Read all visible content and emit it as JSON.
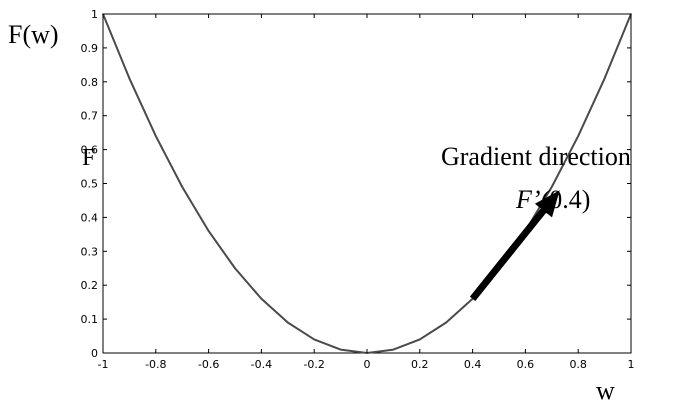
{
  "chart_data": {
    "type": "line",
    "ylabel": "F(w)",
    "xlabel": "w",
    "xlim": [
      -1,
      1
    ],
    "ylim": [
      0,
      1
    ],
    "x_ticks": [
      "-1",
      "-0.8",
      "-0.6",
      "-0.4",
      "-0.2",
      "0",
      "0.2",
      "0.4",
      "0.6",
      "0.8",
      "1"
    ],
    "y_ticks": [
      "0",
      "0.1",
      "0.2",
      "0.3",
      "0.4",
      "0.5",
      "0.6",
      "0.7",
      "0.8",
      "0.9",
      "1"
    ],
    "grid": false,
    "series": [
      {
        "x": [
          -1,
          -0.9,
          -0.8,
          -0.7,
          -0.6,
          -0.5,
          -0.4,
          -0.3,
          -0.2,
          -0.1,
          0,
          0.1,
          0.2,
          0.3,
          0.4,
          0.5,
          0.6,
          0.7,
          0.8,
          0.9,
          1
        ],
        "y": [
          1,
          0.81,
          0.64,
          0.49,
          0.36,
          0.25,
          0.16,
          0.09,
          0.04,
          0.01,
          0,
          0.01,
          0.04,
          0.09,
          0.16,
          0.25,
          0.36,
          0.49,
          0.64,
          0.81,
          1
        ],
        "color": "#4a4a4a"
      }
    ],
    "annotations": {
      "overlay_letter": "F",
      "gradient_label": "Gradient direction",
      "derivative_prefix": "F’(",
      "derivative_suffix": "0.4)",
      "arrow_start": [
        0.4,
        0.16
      ],
      "arrow_end": [
        0.73,
        0.48
      ],
      "arrow_color": "#000000"
    }
  }
}
